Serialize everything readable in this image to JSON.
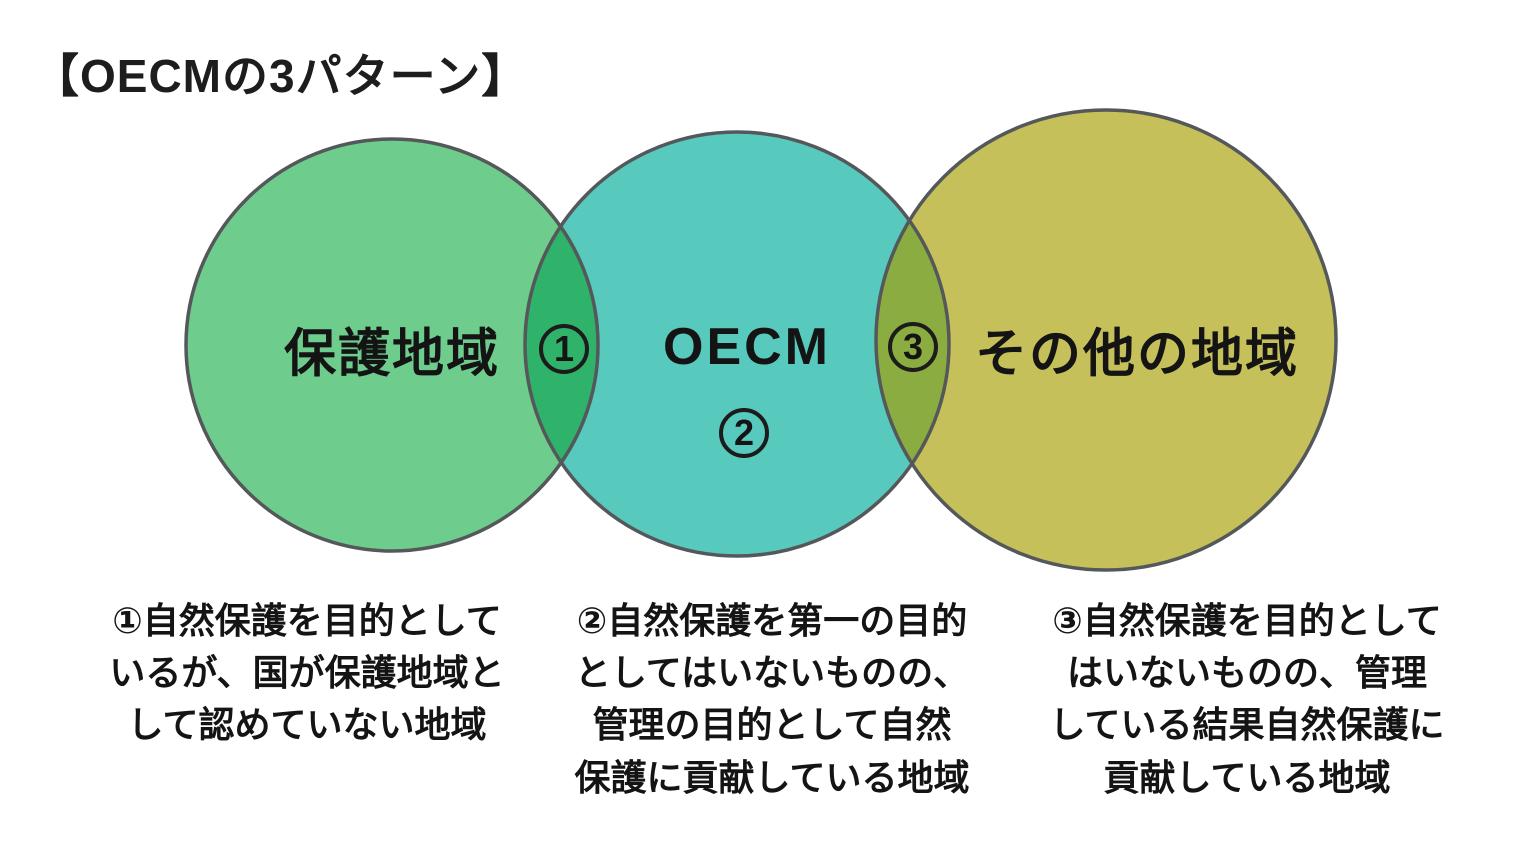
{
  "title": "【OECMの3パターン】",
  "colors": {
    "background": "#ffffff",
    "circle_outline": "#54585a",
    "text": "#141414"
  },
  "venn": {
    "circles": [
      {
        "id": "protected-area",
        "label": "保護地域",
        "fill": "#6ecd8d"
      },
      {
        "id": "oecm",
        "label": "OECM",
        "fill": "#58c9bd"
      },
      {
        "id": "other-areas",
        "label": "その他の地域",
        "fill": "#c6c05b"
      }
    ],
    "overlaps": [
      {
        "id": "overlap-protected-oecm",
        "fill": "#2fb269"
      },
      {
        "id": "overlap-oecm-other",
        "fill": "#8bac41"
      }
    ],
    "badges": [
      {
        "id": "badge-1",
        "number": "1"
      },
      {
        "id": "badge-2",
        "number": "2"
      },
      {
        "id": "badge-3",
        "number": "3"
      }
    ]
  },
  "descriptions": [
    {
      "text": "①自然保護を目的として\nいるが、国が保護地域と\nして認めていない地域"
    },
    {
      "text": "②自然保護を第一の目的\nとしてはいないものの、\n管理の目的として自然\n保護に貢献している地域"
    },
    {
      "text": "③自然保護を目的として\nはいないものの、管理\nしている結果自然保護に\n貢献している地域"
    }
  ]
}
